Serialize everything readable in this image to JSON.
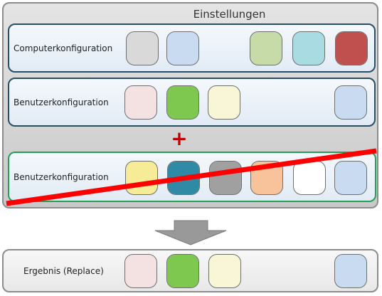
{
  "settings": {
    "title": "Einstellungen",
    "computer_row": {
      "label": "Computerkonfiguration",
      "tiles": [
        "#d9d9d9",
        "#c9dbf1",
        "#c6dba8",
        "#a9dbe3",
        "#c0504d"
      ]
    },
    "user_row": {
      "label": "Benutzerkonfiguration",
      "tiles": [
        "#f4e2e2",
        "#7fc850",
        "#f8f6d6",
        "#c9dbf1"
      ]
    }
  },
  "plus_symbol": "+",
  "overlay_row": {
    "label": "Benutzerkonfiguration",
    "tiles": [
      "#f6ec98",
      "#2f8aa6",
      "#a0a0a0",
      "#f8c39b",
      "#ffffff",
      "#c9dbf1"
    ],
    "strike_color": "#ff0000"
  },
  "result_row": {
    "label": "Ergebnis (Replace)",
    "tiles": [
      "#f4e2e2",
      "#7fc850",
      "#f8f6d6",
      "#c9dbf1"
    ]
  },
  "arrow_color": "#999999"
}
